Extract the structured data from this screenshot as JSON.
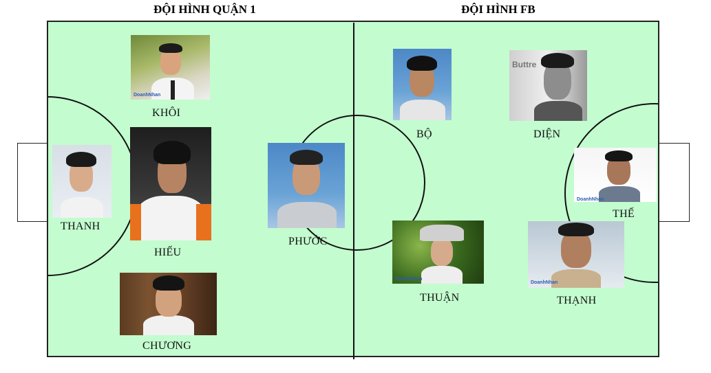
{
  "teams": {
    "left_title": "ĐỘI HÌNH QUẬN 1",
    "right_title": "ĐỘI HÌNH FB"
  },
  "players": {
    "khoi": "KHÔI",
    "thanh_left": "THANH",
    "hieu": "HIẾU",
    "phuoc": "PHƯỚC",
    "chuong": "CHƯƠNG",
    "bo": "BỘ",
    "dien": "DIỆN",
    "the": "THẾ",
    "thuan": "THUẬN",
    "thanh_right": "THẠNH"
  },
  "colors": {
    "pitch": "#c3fccf",
    "lines": "#111111"
  }
}
